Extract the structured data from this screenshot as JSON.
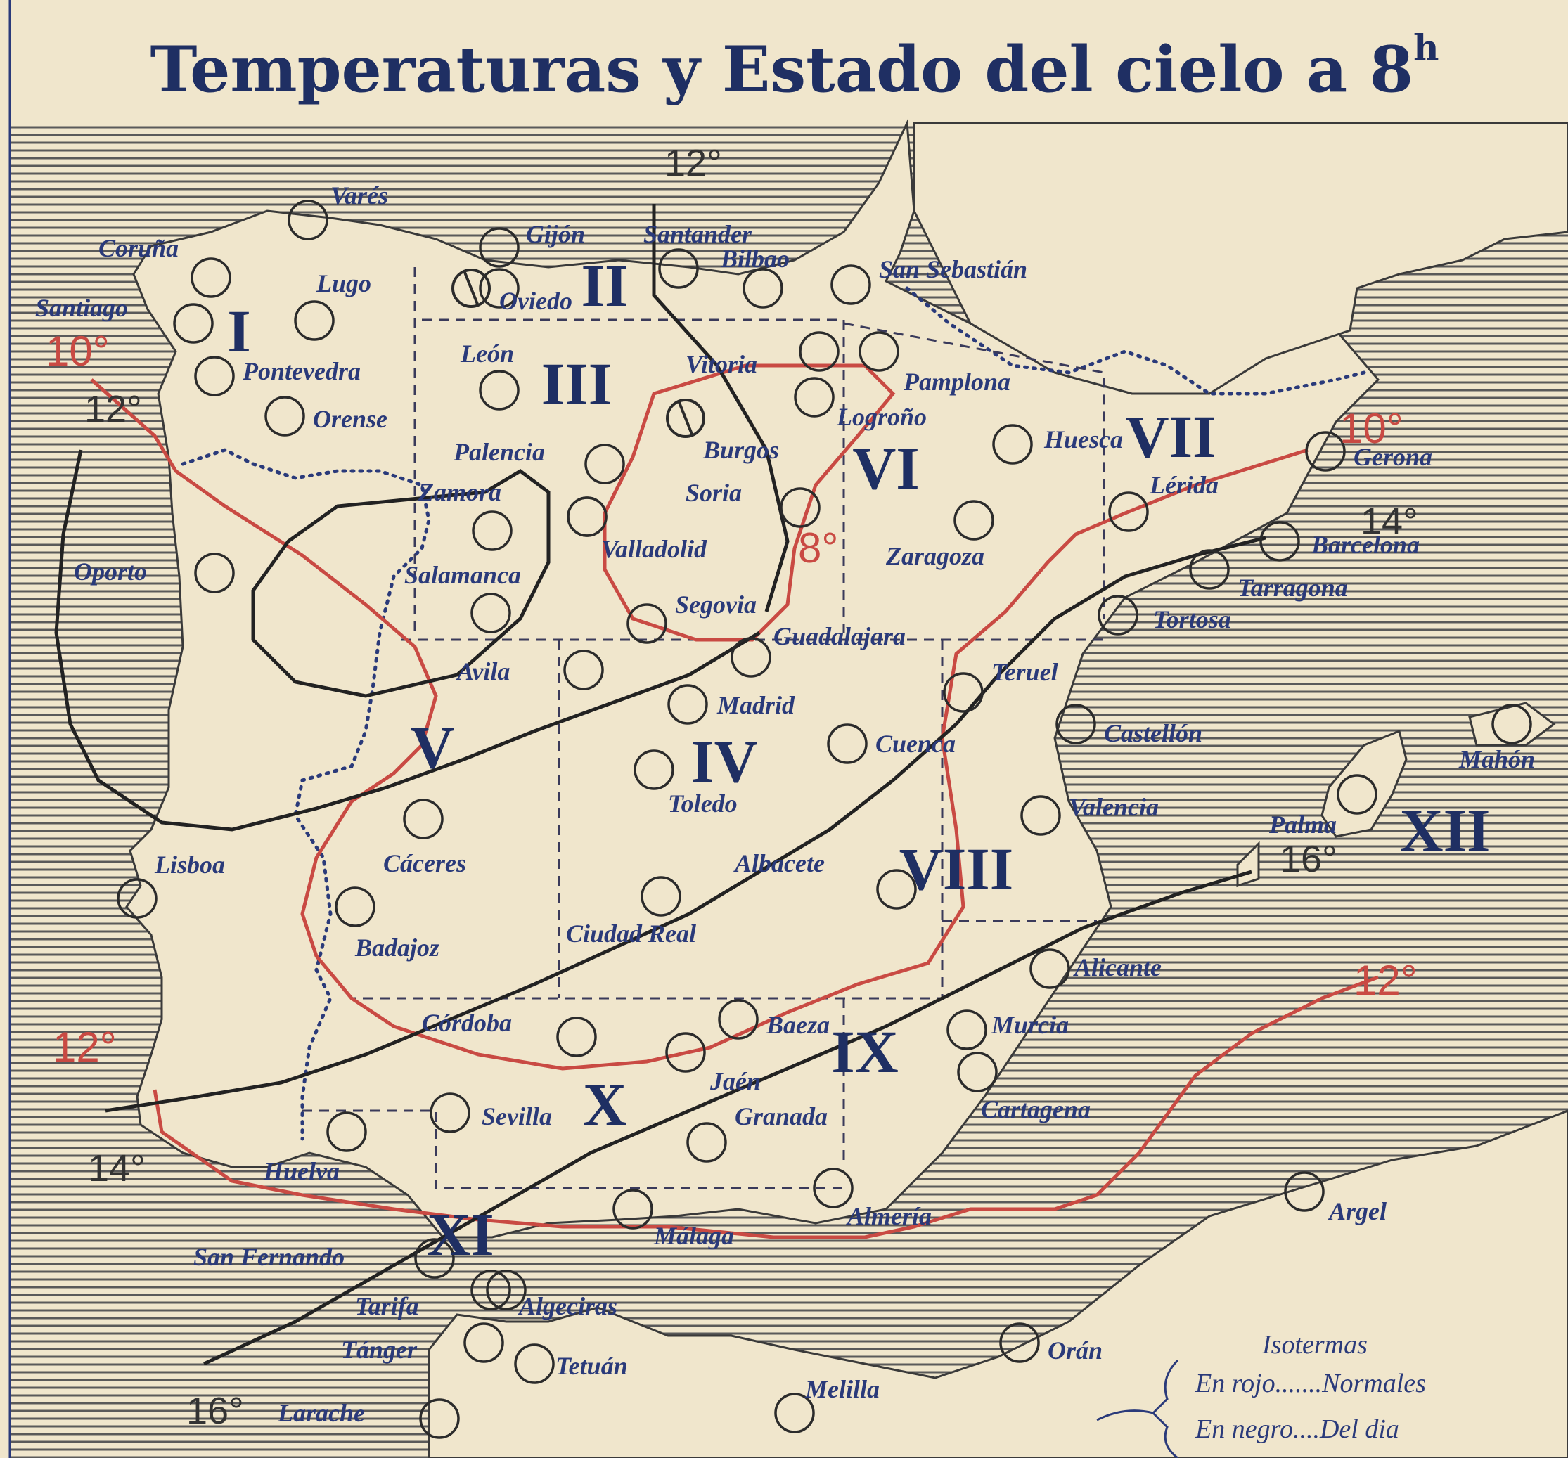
{
  "title": "Temperaturas y Estado del cielo a 8",
  "title_superscript": "h",
  "colors": {
    "paper": "#f0e6cc",
    "sea_lines": "#5a5a5a",
    "ink_blue": "#2a3a7a",
    "isotherm_normal": "#c94a43",
    "isotherm_day": "#222222",
    "region_border": "#3a3a5a"
  },
  "cities": [
    {
      "name": "Varés"
    },
    {
      "name": "Coruña"
    },
    {
      "name": "Lugo"
    },
    {
      "name": "Santiago"
    },
    {
      "name": "Pontevedra"
    },
    {
      "name": "Orense"
    },
    {
      "name": "Gijón"
    },
    {
      "name": "Oviedo"
    },
    {
      "name": "Santander"
    },
    {
      "name": "Bilbao"
    },
    {
      "name": "San Sebastián"
    },
    {
      "name": "León"
    },
    {
      "name": "Vitoria"
    },
    {
      "name": "Pamplona"
    },
    {
      "name": "Logroño"
    },
    {
      "name": "Palencia"
    },
    {
      "name": "Burgos"
    },
    {
      "name": "Huesca"
    },
    {
      "name": "Zamora"
    },
    {
      "name": "Soria"
    },
    {
      "name": "Lérida"
    },
    {
      "name": "Gerona"
    },
    {
      "name": "Oporto"
    },
    {
      "name": "Valladolid"
    },
    {
      "name": "Zaragoza"
    },
    {
      "name": "Barcelona"
    },
    {
      "name": "Salamanca"
    },
    {
      "name": "Tarragona"
    },
    {
      "name": "Segovia"
    },
    {
      "name": "Tortosa"
    },
    {
      "name": "Guadalajara"
    },
    {
      "name": "Avila"
    },
    {
      "name": "Teruel"
    },
    {
      "name": "Madrid"
    },
    {
      "name": "Castellón"
    },
    {
      "name": "Cuenca"
    },
    {
      "name": "Mahón"
    },
    {
      "name": "Toledo"
    },
    {
      "name": "Valencia"
    },
    {
      "name": "Lisboa"
    },
    {
      "name": "Cáceres"
    },
    {
      "name": "Palma"
    },
    {
      "name": "Albacete"
    },
    {
      "name": "Badajoz"
    },
    {
      "name": "Ciudad Real"
    },
    {
      "name": "Alicante"
    },
    {
      "name": "Córdoba"
    },
    {
      "name": "Baeza"
    },
    {
      "name": "Murcia"
    },
    {
      "name": "Jaén"
    },
    {
      "name": "Sevilla"
    },
    {
      "name": "Granada"
    },
    {
      "name": "Cartagena"
    },
    {
      "name": "Huelva"
    },
    {
      "name": "Almería"
    },
    {
      "name": "Argel"
    },
    {
      "name": "Málaga"
    },
    {
      "name": "San Fernando"
    },
    {
      "name": "Tarifa"
    },
    {
      "name": "Algeciras"
    },
    {
      "name": "Tánger"
    },
    {
      "name": "Orán"
    },
    {
      "name": "Tetuán"
    },
    {
      "name": "Melilla"
    },
    {
      "name": "Larache"
    }
  ],
  "regions": [
    "I",
    "II",
    "III",
    "IV",
    "V",
    "VI",
    "VII",
    "VIII",
    "IX",
    "X",
    "XI",
    "XII"
  ],
  "isotherm_labels": {
    "red": [
      "10°",
      "8°",
      "10°",
      "12°",
      "12°"
    ],
    "black": [
      "12°",
      "12°",
      "14°",
      "14°",
      "16°",
      "16°"
    ]
  },
  "legend": {
    "title": "Isotermas",
    "red_label": "En rojo",
    "red_value": "Normales",
    "black_label": "En negro",
    "black_value": "Del dia"
  }
}
